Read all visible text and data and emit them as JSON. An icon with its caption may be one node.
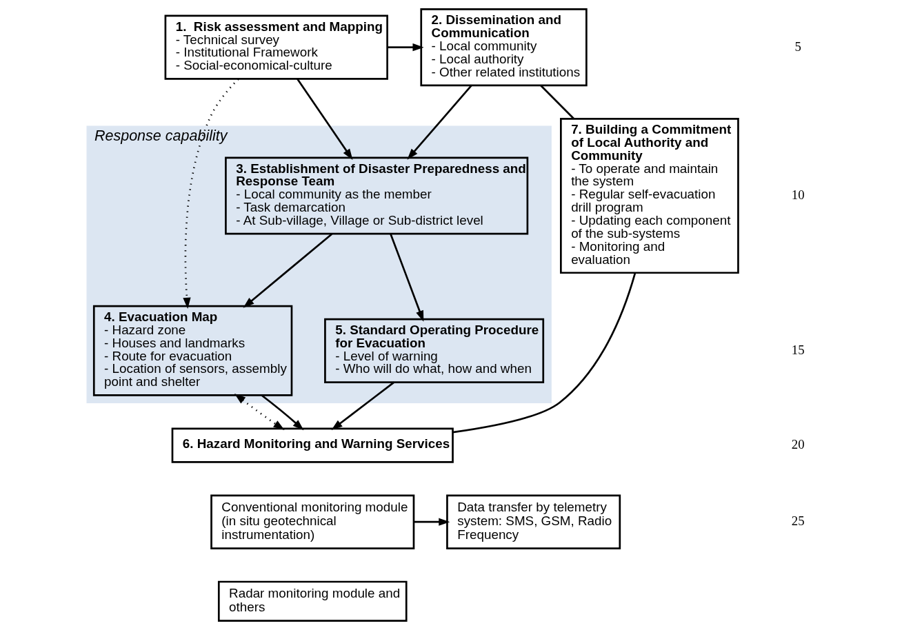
{
  "diagram": {
    "nodes": [
      {
        "text": [
          "1.  Risk assessment and Mapping",
          "- Technical survey",
          "- Institutional Framework",
          "- Social-economical-culture"
        ]
      },
      {
        "text": [
          "2. Dissemination and Communication",
          "- Local community",
          "- Local authority",
          "- Other related institutions"
        ]
      },
      {
        "text": [
          "Response capability"
        ]
      },
      {
        "text": [
          "3. Establishment of Disaster Preparedness and Response Team",
          "- Local community as the member",
          "- Task demarcation",
          "- At Sub-village, Village or Sub-district level"
        ],
        "in": 2
      },
      {
        "text": [
          "4. Evacuation Map",
          "- Hazard zone",
          "- Houses and landmarks",
          "- Route for evacuation",
          "- Location of sensors, assembly point and shelter"
        ],
        "in": 2
      },
      {
        "text": [
          "5. Standard Operating Procedure for Evacuation",
          "- Level of warning",
          "- Who will do what, how and when"
        ],
        "in": 2
      },
      {
        "text": [
          "7. Building a Commitment of Local Authority and Community",
          "- To operate and maintain the system",
          "- Regular self-evacuation drill program",
          "- Updating each component of the sub-systems",
          "- Monitoring and evaluation"
        ]
      },
      {
        "text": [
          "6. Hazard Monitoring and Warning Services"
        ]
      },
      {
        "text": [
          "Conventional monitoring module (in situ geotechnical instrumentation)"
        ]
      },
      {
        "text": [
          "Radar monitoring module and others"
        ]
      },
      {
        "text": [
          "Data transfer by telemetry system: SMS, GSM, Radio Frequency"
        ]
      }
    ],
    "edges": [
      {
        "from": 0,
        "to": 1,
        "arrow": "to"
      },
      {
        "from": 0,
        "to": 3,
        "arrow": "to"
      },
      {
        "from": 1,
        "to": 3,
        "arrow": "to"
      },
      {
        "from": 0,
        "to": 4,
        "arrow": "to",
        "style": "dashed"
      },
      {
        "from": 3,
        "to": 4,
        "arrow": "to"
      },
      {
        "from": 3,
        "to": 5,
        "arrow": "to"
      },
      {
        "from": 4,
        "to": 7,
        "arrow": "both",
        "style": "dashed"
      },
      {
        "from": 4,
        "to": 7,
        "arrow": "to"
      },
      {
        "from": 5,
        "to": 7,
        "arrow": "to"
      },
      {
        "from": 1,
        "to": 6,
        "arrow": "none"
      },
      {
        "from": 6,
        "to": 7,
        "arrow": "none"
      },
      {
        "from": 8,
        "to": 10,
        "arrow": "to"
      }
    ],
    "labels": [
      "5",
      "10",
      "15",
      "20",
      "25"
    ]
  }
}
